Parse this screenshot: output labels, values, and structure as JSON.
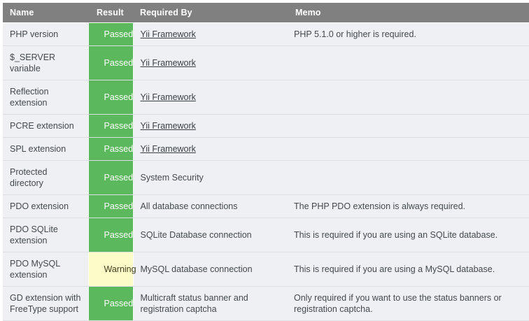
{
  "table": {
    "columns": [
      {
        "key": "name",
        "label": "Name"
      },
      {
        "key": "result",
        "label": "Result"
      },
      {
        "key": "reqby",
        "label": "Required By"
      },
      {
        "key": "memo",
        "label": "Memo"
      }
    ],
    "colors": {
      "header_bg": "#808080",
      "header_text": "#ffffff",
      "row_bg": "#eef0f3",
      "row_divider": "#dcdfe3",
      "text": "#44494f",
      "passed_bg": "#5cb85c",
      "passed_text": "#ffffff",
      "warning_bg": "#fcfcc8",
      "warning_text": "#3f3f1f",
      "link_text": "#3c4147"
    },
    "rows": [
      {
        "name": "PHP version",
        "result": "Passed",
        "state": "passed",
        "reqby": "Yii Framework",
        "reqby_is_link": true,
        "memo": "PHP 5.1.0 or higher is required."
      },
      {
        "name": "$_SERVER variable",
        "result": "Passed",
        "state": "passed",
        "reqby": "Yii Framework",
        "reqby_is_link": true,
        "memo": ""
      },
      {
        "name": "Reflection extension",
        "result": "Passed",
        "state": "passed",
        "reqby": "Yii Framework",
        "reqby_is_link": true,
        "memo": ""
      },
      {
        "name": "PCRE extension",
        "result": "Passed",
        "state": "passed",
        "reqby": "Yii Framework",
        "reqby_is_link": true,
        "memo": ""
      },
      {
        "name": "SPL extension",
        "result": "Passed",
        "state": "passed",
        "reqby": "Yii Framework",
        "reqby_is_link": true,
        "memo": ""
      },
      {
        "name": "Protected directory",
        "result": "Passed",
        "state": "passed",
        "reqby": "System Security",
        "reqby_is_link": false,
        "memo": ""
      },
      {
        "name": "PDO extension",
        "result": "Passed",
        "state": "passed",
        "reqby": "All database connections",
        "reqby_is_link": false,
        "memo": "The PHP PDO extension is always required."
      },
      {
        "name": "PDO SQLite extension",
        "result": "Passed",
        "state": "passed",
        "reqby": "SQLite Database connection",
        "reqby_is_link": false,
        "memo": "This is required if you are using an SQLite database."
      },
      {
        "name": "PDO MySQL extension",
        "result": "Warning",
        "state": "warning",
        "reqby": "MySQL database connection",
        "reqby_is_link": false,
        "memo": "This is required if you are using a MySQL database."
      },
      {
        "name": "GD extension with FreeType support",
        "result": "Passed",
        "state": "passed",
        "reqby": "Multicraft status banner and registration captcha",
        "reqby_is_link": false,
        "memo": "Only required if you want to use the status banners or registration captcha."
      }
    ]
  }
}
